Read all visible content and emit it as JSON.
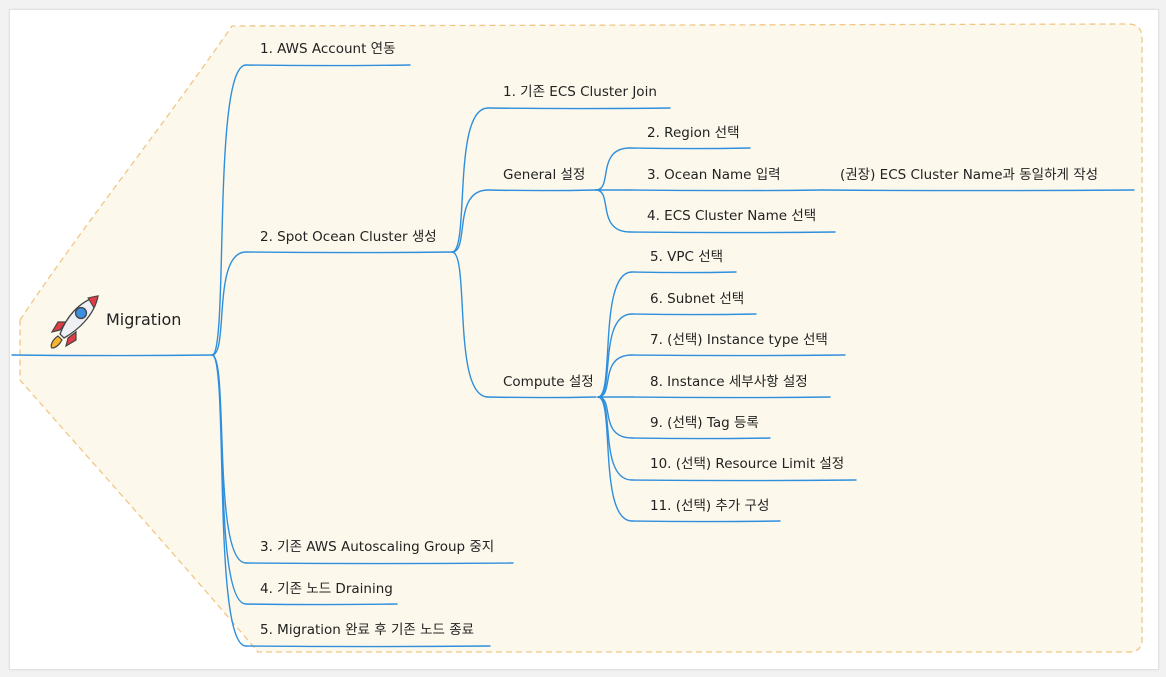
{
  "colors": {
    "branch": "#2f8fdc",
    "boundary_stroke": "#f0c784",
    "boundary_fill": "#fdf8ec",
    "rocket_body": "#eef0f4",
    "rocket_accent": "#e03c46",
    "rocket_window": "#3b8fe0",
    "rocket_flame": "#f6b530"
  },
  "icons": {
    "root": "rocket-icon"
  },
  "root": {
    "label": "Migration"
  },
  "steps": {
    "account": "1. AWS Account 연동",
    "spot_cluster": "2. Spot Ocean Cluster 생성",
    "stop_asg": "3. 기존 AWS Autoscaling Group 중지",
    "draining": "4. 기존 노드 Draining",
    "terminate": "5. Migration 완료 후 기존 노드 종료"
  },
  "spot_cluster": {
    "join": "1. 기존 ECS Cluster Join",
    "general": "General 설정",
    "compute": "Compute 설정"
  },
  "general": {
    "region": "2. Region 선택",
    "ocean_name": "3. Ocean Name 입력",
    "ocean_name_note": "(권장) ECS Cluster Name과 동일하게 작성",
    "ecs_cluster": "4. ECS Cluster Name 선택"
  },
  "compute": {
    "vpc": "5. VPC 선택",
    "subnet": "6. Subnet 선택",
    "instance_type": "7. (선택) Instance type 선택",
    "instance_detail": "8. Instance 세부사항 설정",
    "tag": "9. (선택) Tag 등록",
    "resource_limit": "10. (선택) Resource Limit 설정",
    "extra": "11. (선택) 추가 구성"
  }
}
